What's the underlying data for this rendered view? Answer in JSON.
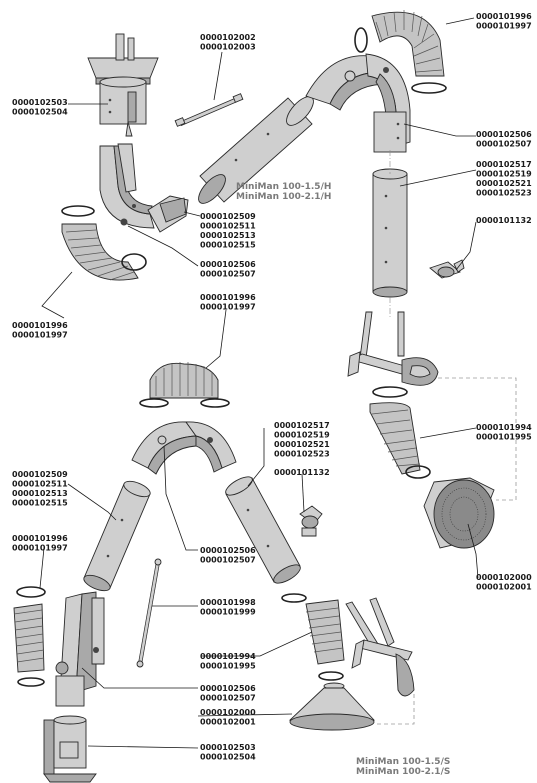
{
  "labels": {
    "top_hose_right": [
      "0000101996",
      "0000101997"
    ],
    "gas_spring_top": [
      "0000102002",
      "0000102003"
    ],
    "wall_bracket_top": [
      "0000102503",
      "0000102504"
    ],
    "elbow_joint_top_right": [
      "0000102506",
      "0000102507"
    ],
    "tube_top_right": [
      "0000102517",
      "0000102519",
      "0000102521",
      "0000102523"
    ],
    "knob_top": [
      "0000101132"
    ],
    "tube_top_left": [
      "0000102509",
      "0000102511",
      "0000102513",
      "0000102515"
    ],
    "elbow_joint_top_left": [
      "0000102506",
      "0000102507"
    ],
    "hose_top_left": [
      "0000101996",
      "0000101997"
    ],
    "hose_middle": [
      "0000101996",
      "0000101997"
    ],
    "hose_with_hood": [
      "0000101994",
      "0000101995"
    ],
    "hood_round": [
      "0000102000",
      "0000102001"
    ],
    "tube_bottom_right": [
      "0000102517",
      "0000102519",
      "0000102521",
      "0000102523"
    ],
    "knob_bottom": [
      "0000101132"
    ],
    "tube_bottom_left": [
      "0000102509",
      "0000102511",
      "0000102513",
      "0000102515"
    ],
    "joint_bottom": [
      "0000102506",
      "0000102507"
    ],
    "hose_bottom_left": [
      "0000101996",
      "0000101997"
    ],
    "gas_spring_bottom": [
      "0000101998",
      "0000101999"
    ],
    "hose_bottom_right": [
      "0000101994",
      "0000101995"
    ],
    "joint_bottom_left": [
      "0000102506",
      "0000102507"
    ],
    "hood_bottom": [
      "0000102000",
      "0000102001"
    ],
    "wall_bracket_bottom": [
      "0000102503",
      "0000102504"
    ]
  },
  "model_titles": {
    "top": [
      "MiniMan 100-1.5/H",
      "MiniMan 100-2.1/H"
    ],
    "bottom": [
      "MiniMan 100-1.5/S",
      "MiniMan 100-2.1/S"
    ]
  }
}
